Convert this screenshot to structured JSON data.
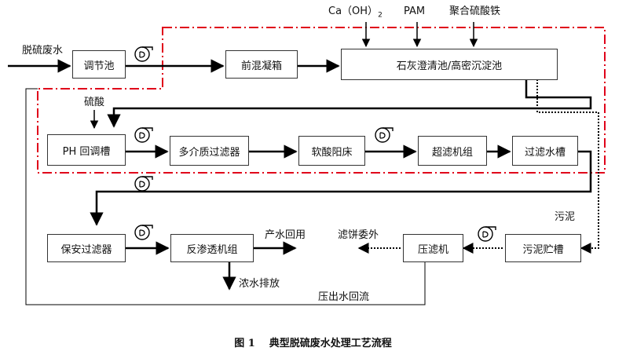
{
  "units": {
    "tiaojiechi": "调节池",
    "qianhunning": "前混凝箱",
    "shihui": "石灰澄清池/高密沉淀池",
    "ph": "PH 回调槽",
    "duojiezhi": "多介质过滤器",
    "ruansuan": "软酸阳床",
    "chaolv": "超滤机组",
    "guolvshui": "过滤水槽",
    "baoan": "保安过滤器",
    "fanshentou": "反渗透机组",
    "yalvji": "压滤机",
    "wunizhu": "污泥贮槽"
  },
  "labels": {
    "inlet": "脱硫废水",
    "ca_oh2": "Ca（OH）",
    "ca_sub": "2",
    "pam": "PAM",
    "pfs": "聚合硫酸铁",
    "acid": "硫酸",
    "product_water": "产水回用",
    "concentrate": "浓水排放",
    "filter_cake": "滤饼委外",
    "sludge": "污泥",
    "press_return": "压出水回流"
  },
  "caption": {
    "number": "图 1",
    "title": "典型脱硫废水处理工艺流程"
  },
  "colors": {
    "boundary": "#e0001a",
    "line": "#000000"
  },
  "icons": [
    "pump-icon"
  ]
}
